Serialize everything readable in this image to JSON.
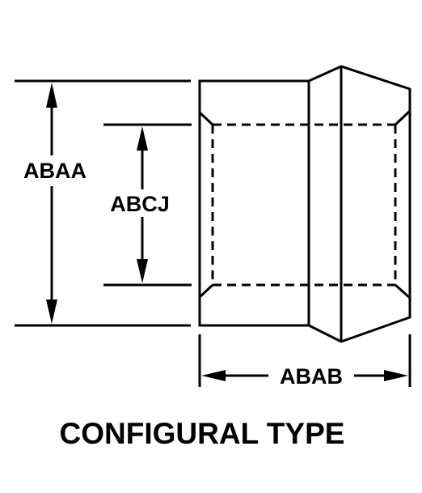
{
  "dimensions": {
    "outer_diameter_label": "ABAA",
    "thread_diameter_label": "ABCJ",
    "length_label": "ABAB"
  },
  "caption": "CONFIGURAL TYPE",
  "colors": {
    "line": "#000000",
    "background": "#ffffff"
  }
}
